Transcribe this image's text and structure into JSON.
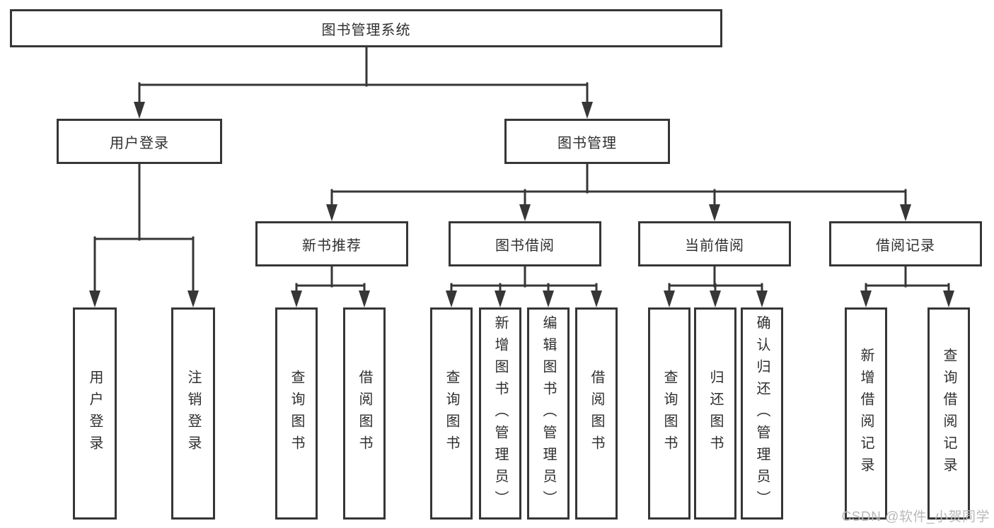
{
  "tree": {
    "root": {
      "label": "图书管理系统",
      "children": [
        {
          "label": "用户登录",
          "children": [
            {
              "label": "用户登录"
            },
            {
              "label": "注销登录"
            }
          ]
        },
        {
          "label": "图书管理",
          "children": [
            {
              "label": "新书推荐",
              "children": [
                {
                  "label": "查询图书"
                },
                {
                  "label": "借阅图书"
                }
              ]
            },
            {
              "label": "图书借阅",
              "children": [
                {
                  "label": "查询图书"
                },
                {
                  "label": "新增图书（管理员）"
                },
                {
                  "label": "编辑图书（管理员）"
                },
                {
                  "label": "借阅图书"
                }
              ]
            },
            {
              "label": "当前借阅",
              "children": [
                {
                  "label": "查询图书"
                },
                {
                  "label": "归还图书"
                },
                {
                  "label": "确认归还（管理员）"
                }
              ]
            },
            {
              "label": "借阅记录",
              "children": [
                {
                  "label": "新增借阅记录"
                },
                {
                  "label": "查询借阅记录"
                }
              ]
            }
          ]
        }
      ]
    }
  },
  "watermark": {
    "text": "CSDN @软件_小贺同学"
  },
  "colors": {
    "line": "#363636",
    "text": "#2f2f2f",
    "watermark": "#b9b9b9",
    "background": "#ffffff"
  }
}
